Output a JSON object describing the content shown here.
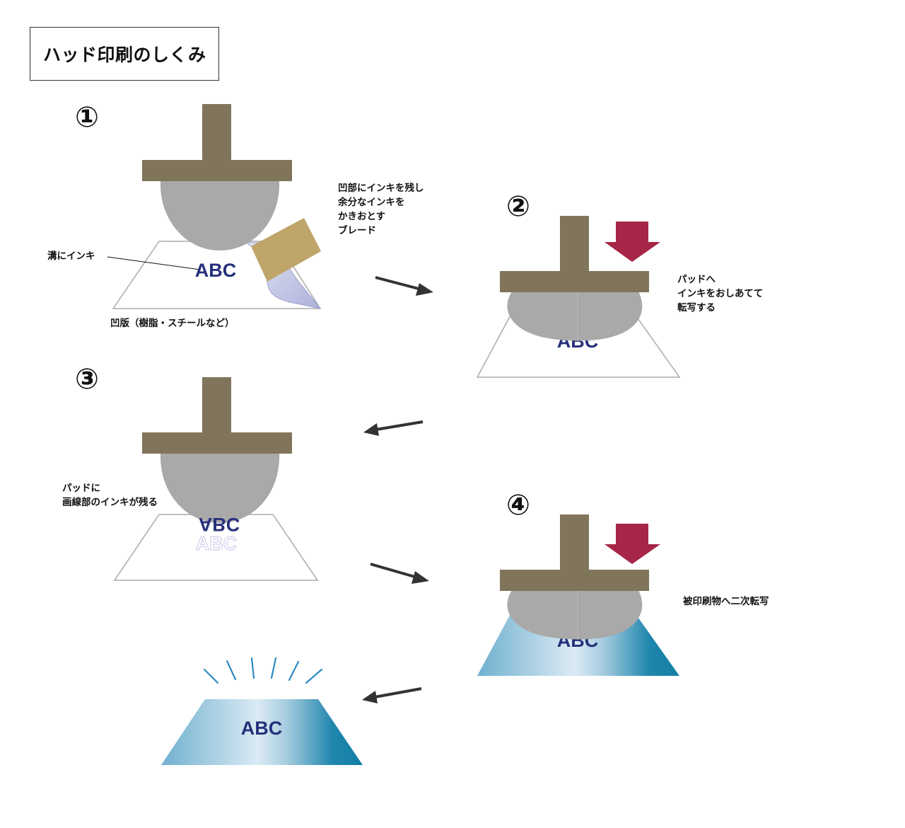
{
  "title": "ハッド印刷のしくみ",
  "steps": {
    "s1": {
      "number": "①",
      "label_groove": "溝にインキ",
      "label_plate": "凹版（樹脂・スチールなど）",
      "label_blade": [
        "凹部にインキを残し",
        "余分なインキを",
        "かきおとす",
        "ブレード"
      ]
    },
    "s2": {
      "number": "②",
      "label": [
        "パッドへ",
        "インキをおしあてて",
        "転写する"
      ]
    },
    "s3": {
      "number": "③",
      "label": [
        "パッドに",
        "画線部のインキが残る"
      ]
    },
    "s4": {
      "number": "④",
      "label": "被印刷物へ二次転写"
    }
  },
  "print_text": "ABC",
  "colors": {
    "pad_holder": "#80755b",
    "pad": "#a9a9a9",
    "ink": "#27307a",
    "blade": "#bfa56a",
    "press_arrow": "#a72546",
    "flow_arrow": "#333333",
    "shine": "#2d8ac2"
  }
}
